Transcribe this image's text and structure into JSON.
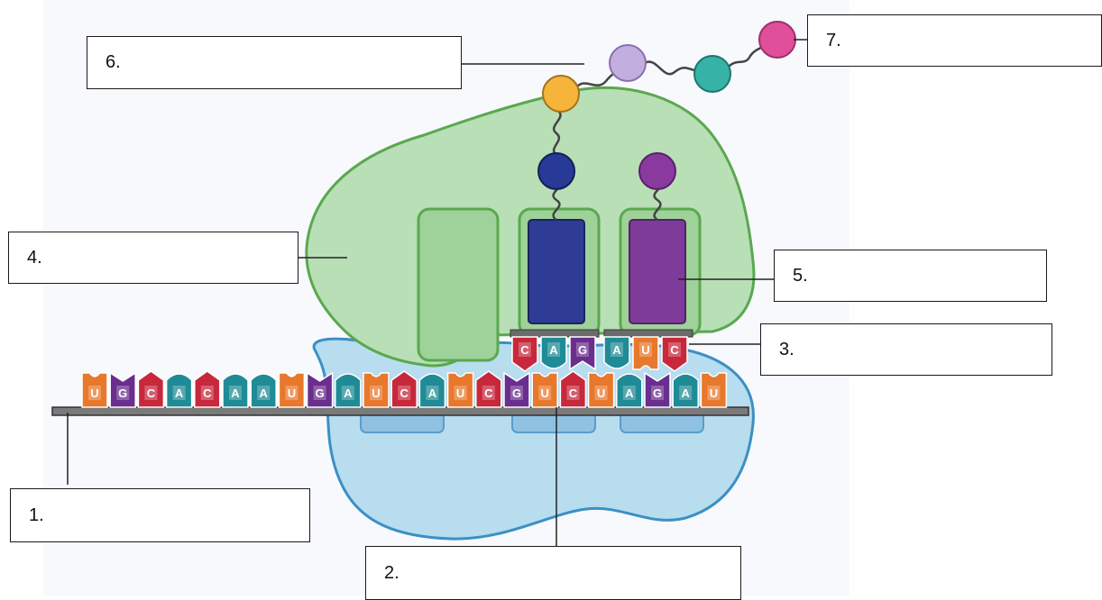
{
  "labels": {
    "label_1": "1.",
    "label_2": "2.",
    "label_3": "3.",
    "label_4": "4.",
    "label_5": "5.",
    "label_6": "6.",
    "label_7": "7."
  },
  "mrna_sequence": [
    "U",
    "G",
    "C",
    "A",
    "C",
    "A",
    "A",
    "U",
    "G",
    "A",
    "U",
    "C",
    "A",
    "U",
    "C",
    "G",
    "U",
    "C",
    "U",
    "A",
    "G",
    "A",
    "U"
  ],
  "trna_anticodons": [
    [
      "C",
      "A",
      "G"
    ],
    [
      "A",
      "U",
      "C"
    ]
  ],
  "colors": {
    "U": "#e8782c",
    "G": "#6a2e8e",
    "C": "#c8283c",
    "A": "#1f8b96",
    "large_subunit": "#b9dfb6",
    "large_subunit_border": "#5aa84f",
    "small_subunit": "#b7ddef",
    "small_subunit_border": "#3c8fc4",
    "trna_blue": "#2f3c96",
    "trna_purple": "#7e3b99",
    "aa_yellow": "#f6b53a",
    "aa_lavender": "#c3aee0",
    "aa_teal": "#37b2a7",
    "aa_pink": "#df4f9c",
    "aa_navy": "#263a96",
    "aa_purple": "#8a3a9e"
  }
}
